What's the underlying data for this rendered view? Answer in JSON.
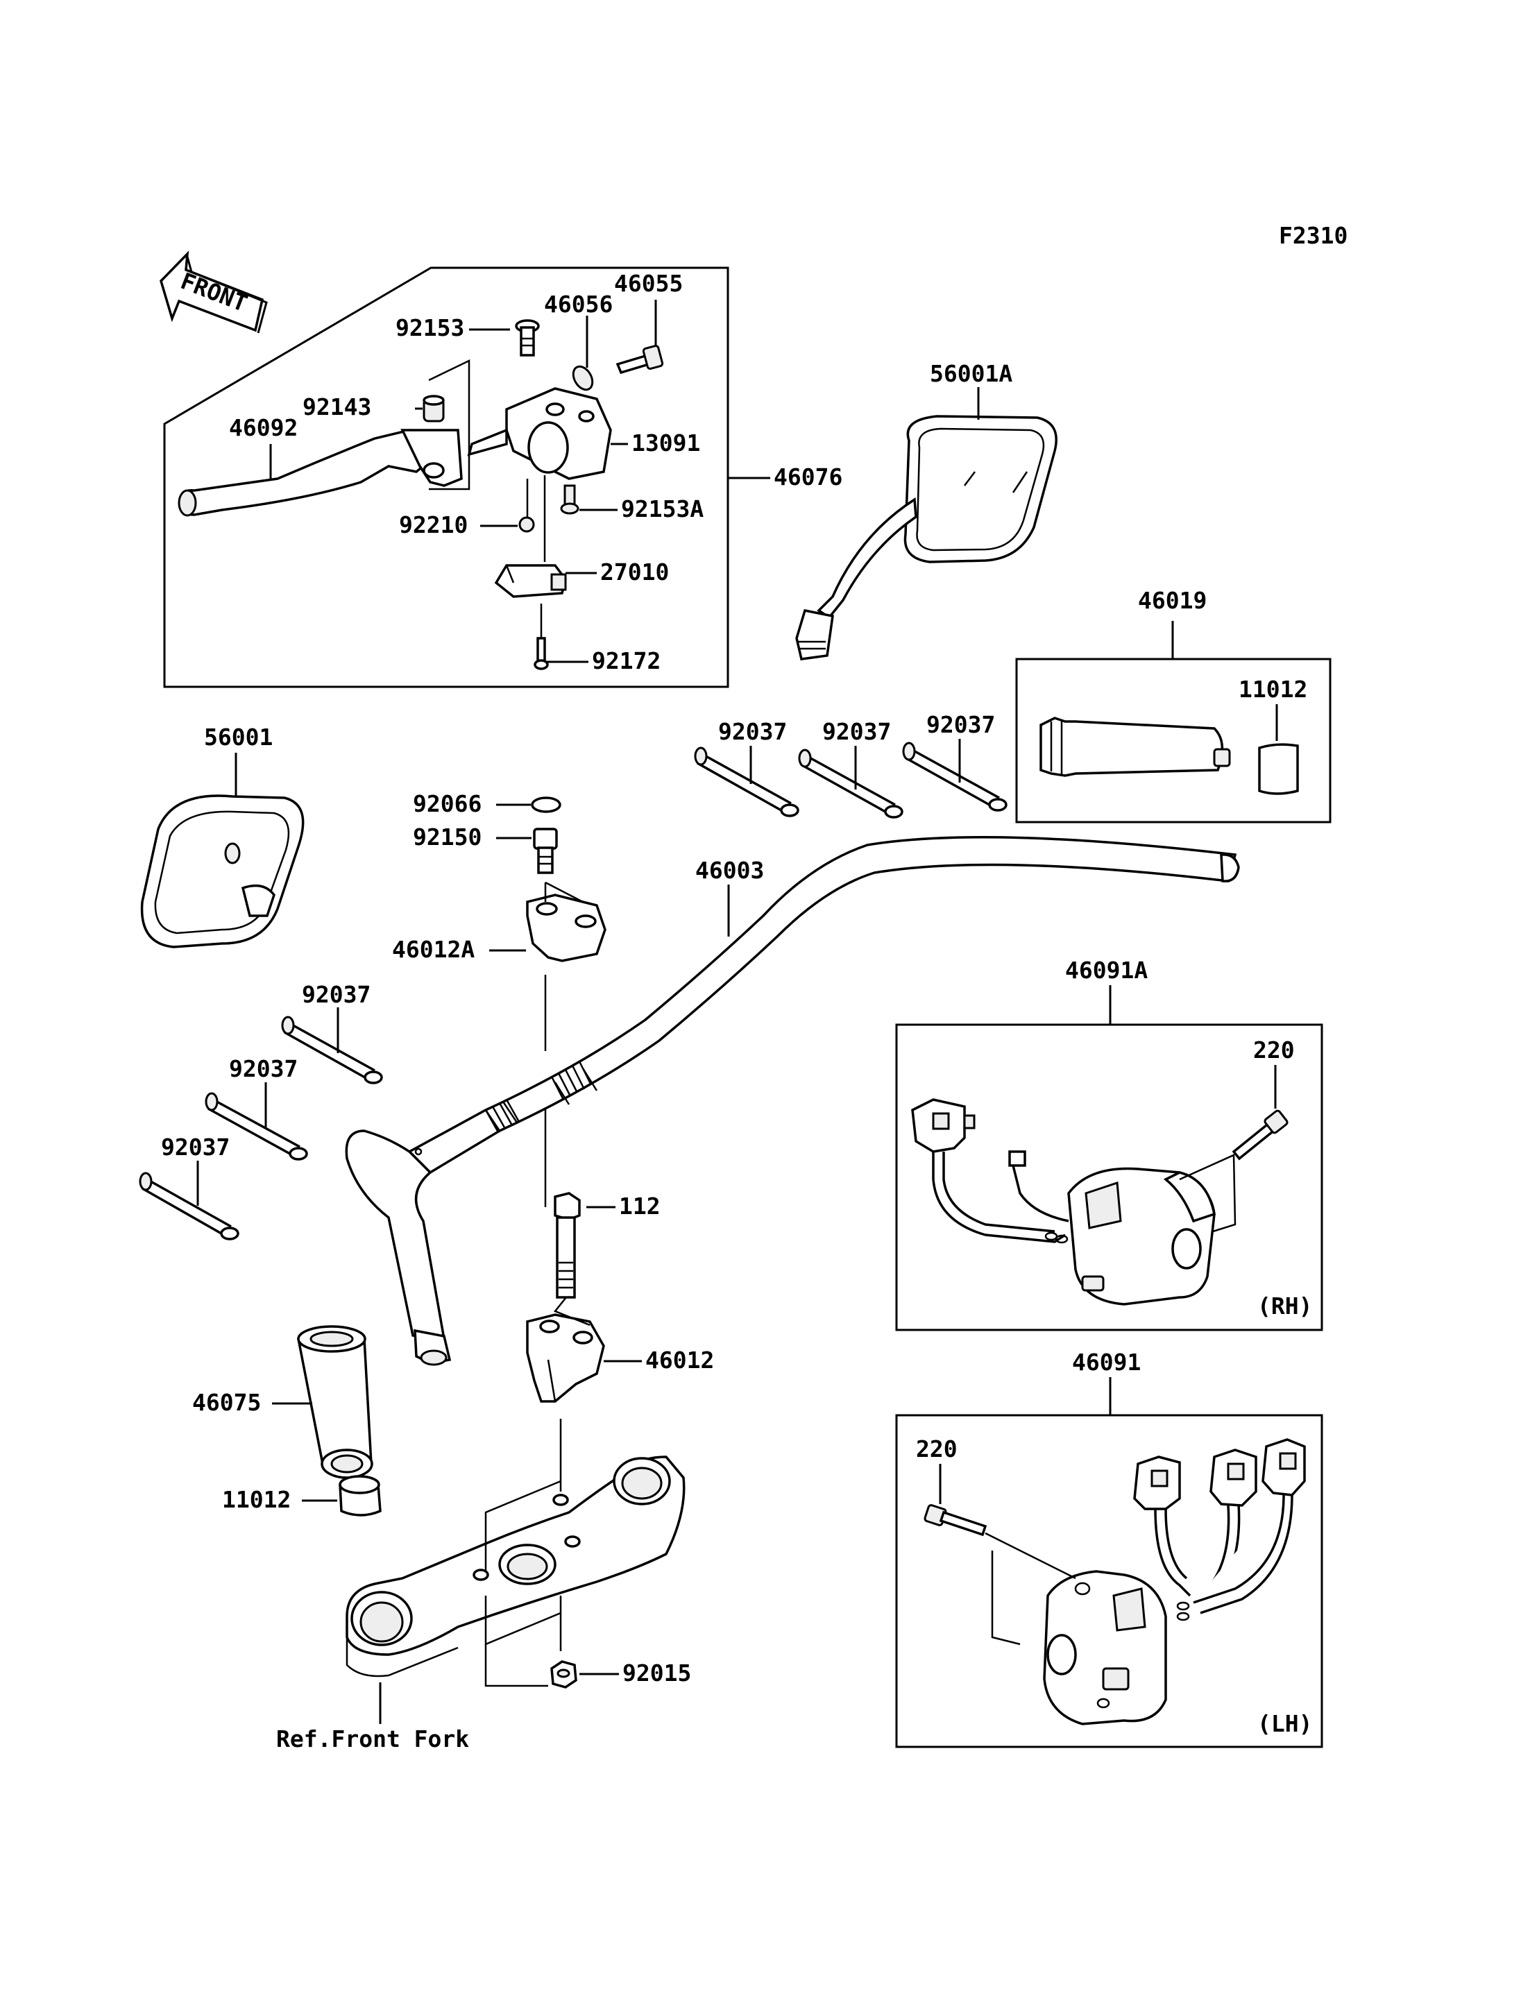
{
  "figure_code": "F2310",
  "front_arrow": {
    "label": "FRONT"
  },
  "callouts": {
    "p46055": "46055",
    "p46056": "46056",
    "p92153": "92153",
    "p92143": "92143",
    "p46092": "46092",
    "p13091": "13091",
    "p46076": "46076",
    "p92210": "92210",
    "p92153A": "92153A",
    "p27010": "27010",
    "p92172": "92172",
    "p56001A": "56001A",
    "p46019": "46019",
    "p11012_top": "11012",
    "p56001": "56001",
    "p92066": "92066",
    "p92150": "92150",
    "p92037_a": "92037",
    "p92037_b": "92037",
    "p92037_c": "92037",
    "p46003": "46003",
    "p46012A": "46012A",
    "p92037_d": "92037",
    "p92037_e": "92037",
    "p92037_f": "92037",
    "p46091A": "46091A",
    "p220_rh": "220",
    "p112": "112",
    "p46012": "46012",
    "p46075": "46075",
    "p46091": "46091",
    "p220_lh": "220",
    "p11012_bottom": "11012",
    "p92015": "92015"
  },
  "side_labels": {
    "rh": "(RH)",
    "lh": "(LH)"
  },
  "reference": "Ref.Front Fork"
}
